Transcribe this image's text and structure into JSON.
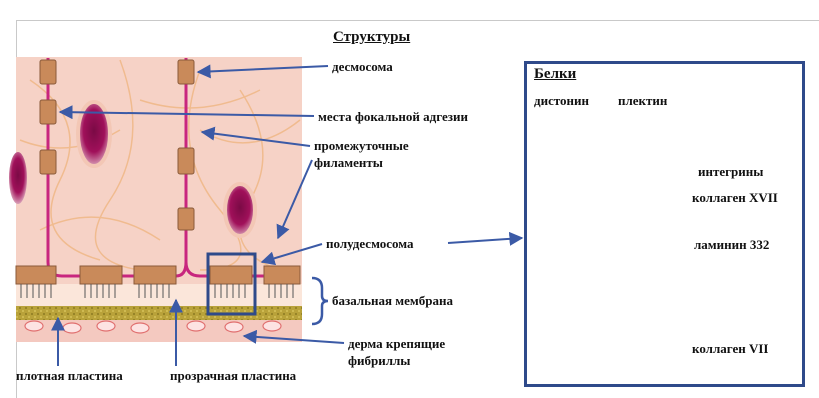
{
  "structures": {
    "title": "Структуры",
    "labels": {
      "desmosome": "десмосома",
      "focal_adhesion": "места фокальной адгезии",
      "intermediate_filaments_1": "промежуточные",
      "intermediate_filaments_2": "филаменты",
      "hemidesmosome": "полудесмосома",
      "basement_membrane": "базальная мембрана",
      "lamina_densa": "плотная пластина",
      "lamina_lucida": "прозрачная пластина",
      "dermis_fibrils_1": "дерма крепящие",
      "dermis_fibrils_2": "фибриллы"
    }
  },
  "proteins": {
    "title": "Белки",
    "labels": {
      "dystonin": "дистонин",
      "plectin": "плектин",
      "integrins": "интегрины",
      "collagen_xvii": "коллаген XVII",
      "laminin_332": "ламинин 332",
      "collagen_vii": "коллаген VII"
    }
  },
  "colors": {
    "arrow": "#3b5aa6",
    "cell_bg": "#f6d2c6",
    "nucleus": "#a0105a",
    "membrane": "#c8267e",
    "lamina_densa": "#b9a23a",
    "box_border": "#2f4a8a",
    "plaque": "#c98a5a"
  }
}
